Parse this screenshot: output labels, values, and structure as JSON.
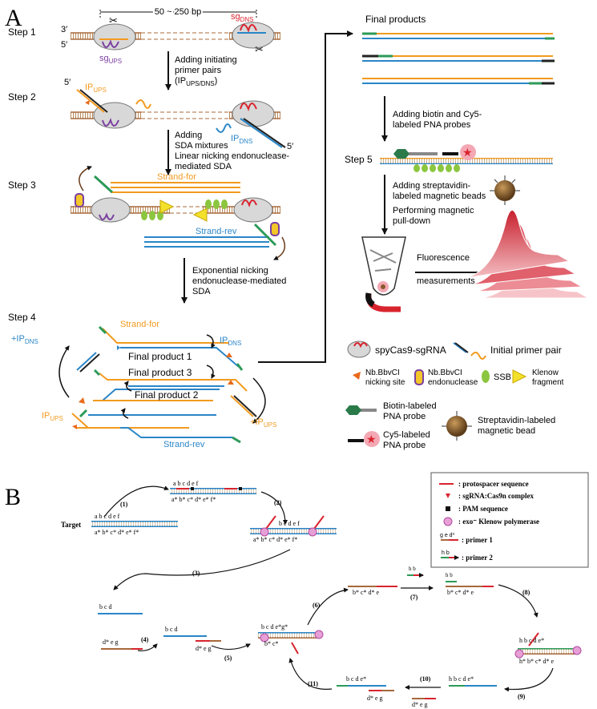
{
  "panelA": {
    "letter": "A",
    "bp_range": "50 ~ 250 bp",
    "step1": "Step 1",
    "step2": "Step 2",
    "step3": "Step 3",
    "step4": "Step 4",
    "step5": "Step 5",
    "end3": "3′",
    "end5": "5′",
    "sgUPS": "sg",
    "sgUPS_sub": "UPS",
    "sgDNS": "sg",
    "sgDNS_sub": "DNS",
    "arrow1": [
      "Adding initiating",
      "primer pairs"
    ],
    "arrow1_ip": "(IP",
    "arrow1_ip_sub": "UPS/DNS",
    "arrow1_close": ")",
    "ipUPS": "IP",
    "ipUPS_sub": "UPS",
    "ipDNS": "IP",
    "ipDNS_sub": "DNS",
    "arrow2": [
      "Adding",
      "SDA mixtures",
      "Linear nicking endonuclease-",
      "mediated SDA"
    ],
    "strand_for": "Strand-for",
    "strand_rev": "Strand-rev",
    "arrow3": [
      "Exponential nicking",
      "endonuclease-mediated",
      "SDA"
    ],
    "plus_ipDNS": "+IP",
    "plus_ipDNS_sub": "DNS",
    "plus_ipUPS": "+IP",
    "plus_ipUPS_sub": "UPS",
    "final1": "Final product 1",
    "final3": "Final product 3",
    "final2": "Final product 2",
    "final_products": "Final products",
    "arrow4": [
      "Adding biotin and Cy5-",
      "labeled PNA probes"
    ],
    "arrow5": [
      "Adding streptavidin-",
      "labeled magnetic beads"
    ],
    "arrow6": [
      "Performing magnetic",
      "pull-down"
    ],
    "fluorescence": [
      "Fluorescence",
      "measurements"
    ],
    "legend": {
      "cas9": "spyCas9-sgRNA",
      "primer": "Initial primer pair",
      "nick_site": [
        "Nb.BbvCI",
        "nicking site"
      ],
      "nick_enzyme": [
        "Nb.BbvCI",
        "endonuclease"
      ],
      "ssb": "SSB",
      "klenow": [
        "Klenow",
        "fragment"
      ],
      "biotin": [
        "Biotin-labeled",
        "PNA probe"
      ],
      "strep": [
        "Streptavidin-labeled",
        "magnetic bead"
      ],
      "cy5": [
        "Cy5-labeled",
        "PNA probe"
      ]
    }
  },
  "panelB": {
    "letter": "B",
    "target": "Target",
    "steps": [
      "(1)",
      "(2)",
      "(3)",
      "(4)",
      "(5)",
      "(6)",
      "(7)",
      "(8)",
      "(9)",
      "(10)",
      "(11)"
    ],
    "legend": {
      "protospacer": ": protospacer sequence",
      "complex": ": sgRNA:Cas9n complex",
      "pam": ": PAM sequence",
      "polymerase": ": exo⁻ Klenow polymerase",
      "primer1": ": primer 1",
      "primer2": ": primer 2"
    }
  },
  "colors": {
    "orange": "#f29a1f",
    "blue": "#2a86c8",
    "red": "#d8242e",
    "purple": "#7b3fa0",
    "green": "#2c9a58",
    "brown": "#a8683a",
    "dark_green": "#3aa46a",
    "grey": "#aaaaaa"
  }
}
